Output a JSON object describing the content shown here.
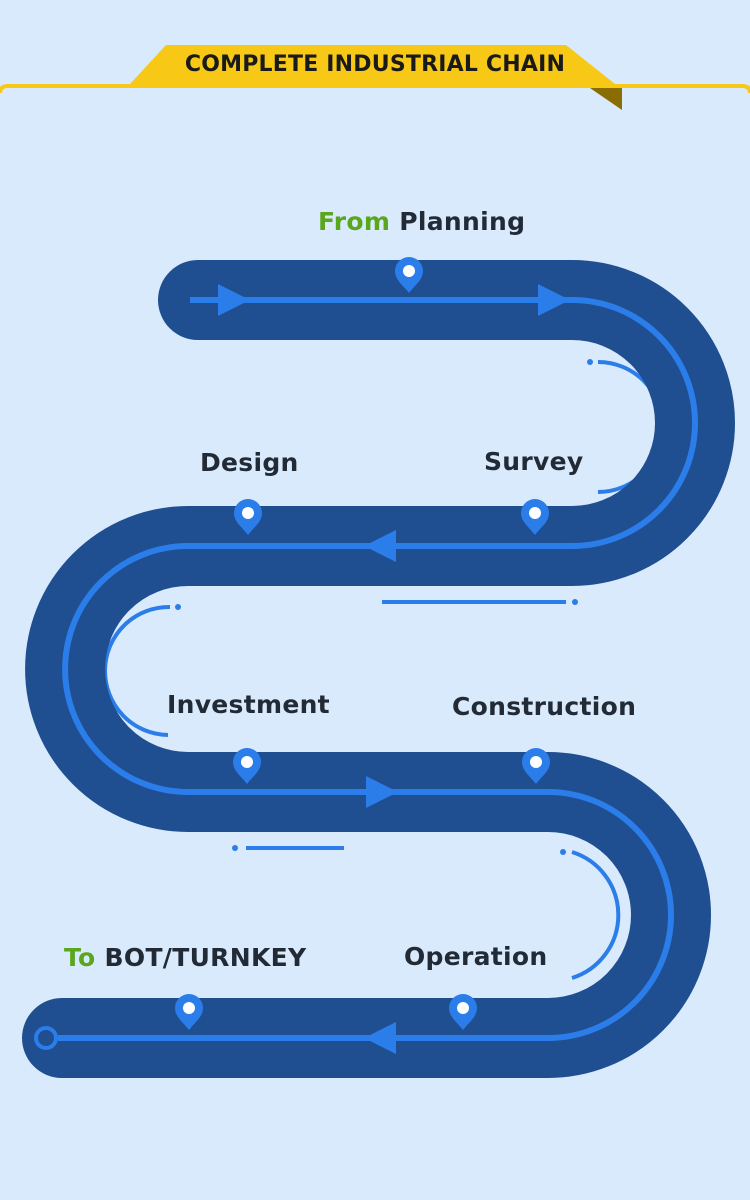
{
  "banner": {
    "title": "COMPLETE INDUSTRIAL CHAIN"
  },
  "steps": {
    "start_prefix": "From",
    "start_label": "Planning",
    "survey": "Survey",
    "design": "Design",
    "investment": "Investment",
    "construction": "Construction",
    "operation": "Operation",
    "end_prefix": "To",
    "end_label": "BOT/TURNKEY"
  },
  "colors": {
    "background": "#d9eafc",
    "road": "#1f4e91",
    "road_line": "#2b7de9",
    "banner": "#f7c815",
    "banner_shadow": "#8a6d00",
    "accent_green": "#5aa61c",
    "text": "#222a36"
  },
  "icons": [
    "location-pin-icon",
    "arrow-icon",
    "start-circle-icon"
  ]
}
